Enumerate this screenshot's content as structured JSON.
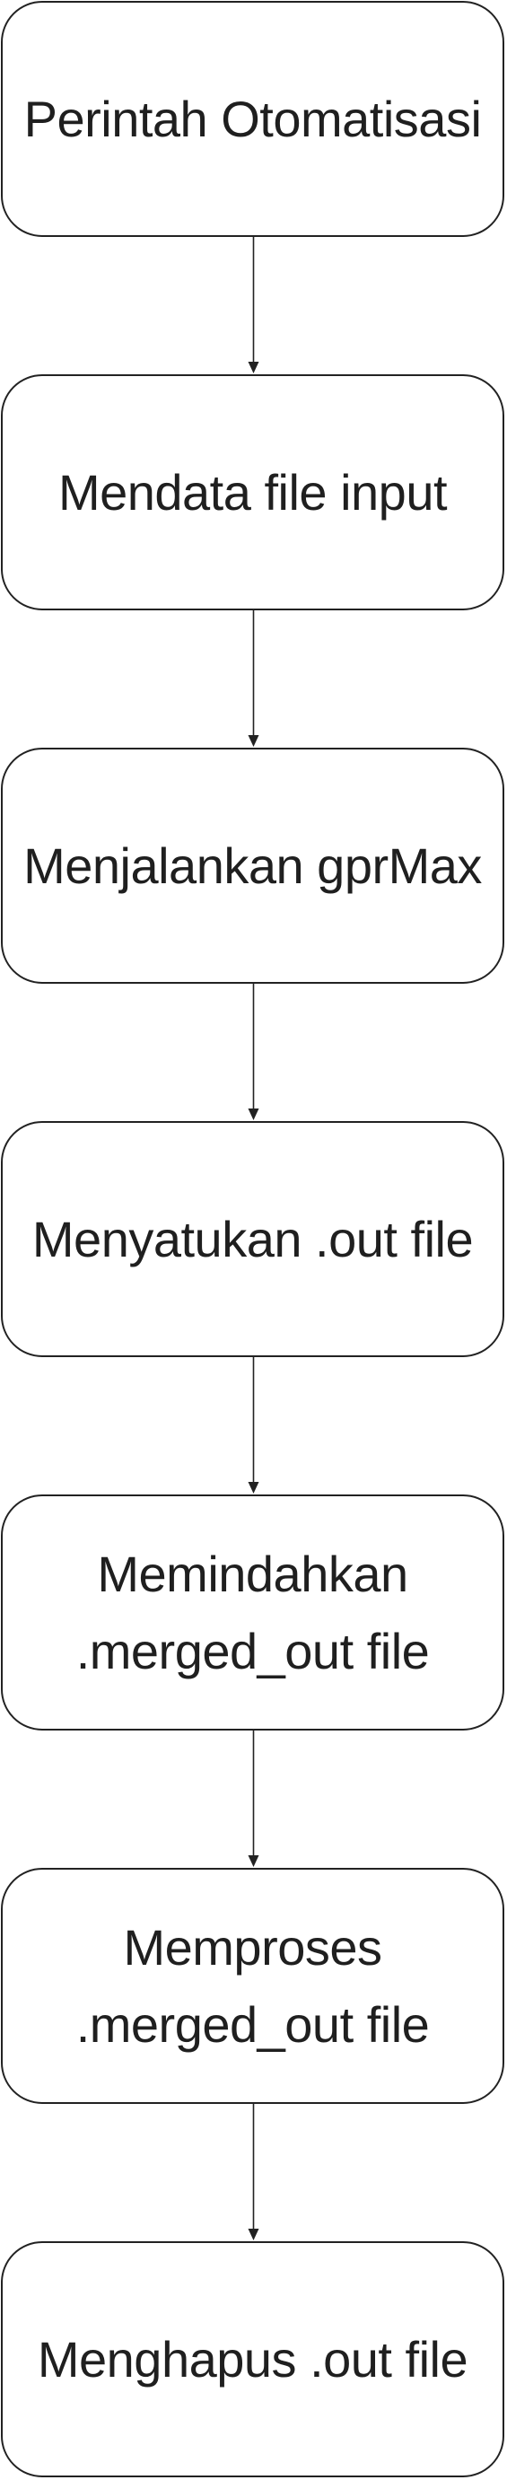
{
  "steps": [
    {
      "label": "Perintah Otomatisasi"
    },
    {
      "label": "Mendata file input"
    },
    {
      "label": "Menjalankan gprMax"
    },
    {
      "label": "Menyatukan .out file"
    },
    {
      "label": "Memindahkan .merged_out file"
    },
    {
      "label": "Memproses .merged_out file"
    },
    {
      "label": "Menghapus .out file"
    }
  ],
  "colors": {
    "stroke": "#222222",
    "text": "#1f1f1f",
    "background": "#ffffff"
  }
}
